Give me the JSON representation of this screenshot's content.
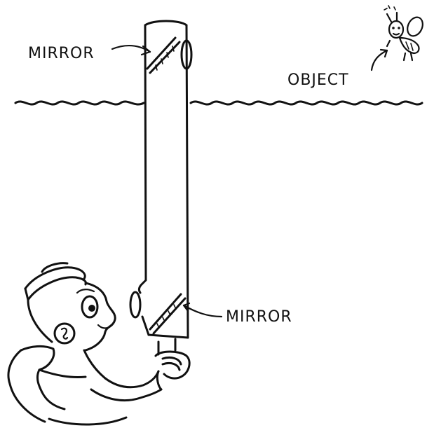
{
  "labels": {
    "top_mirror": "MIRROR",
    "bottom_mirror": "MIRROR",
    "object": "OBJECT"
  },
  "colors": {
    "ink": "#111111",
    "background": "#ffffff"
  }
}
